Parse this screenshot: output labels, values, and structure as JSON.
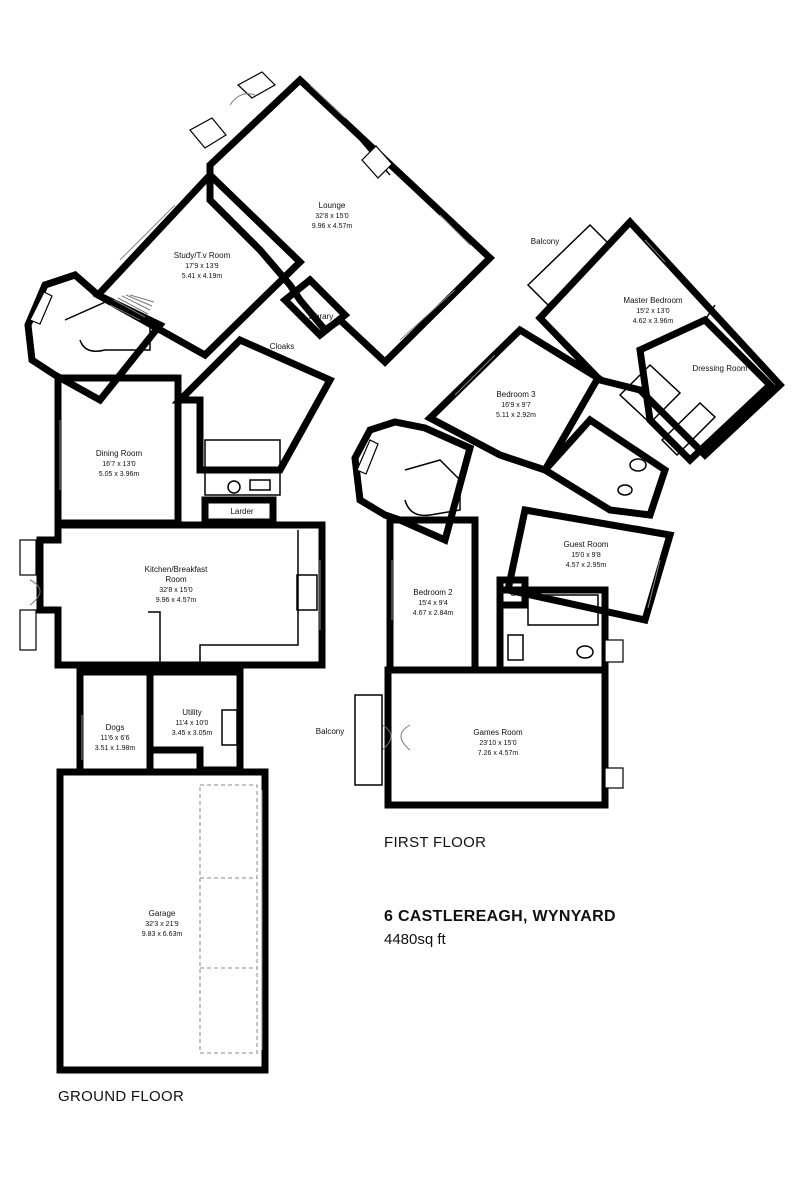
{
  "property": {
    "title": "6 CASTLEREAGH, WYNYARD",
    "area": "4480sq ft"
  },
  "floors": {
    "ground": "GROUND FLOOR",
    "first": "FIRST FLOOR"
  },
  "rooms": {
    "lounge": {
      "name": "Lounge",
      "imperial": "32'8 x 15'0",
      "metric": "9.96 x 4.57m"
    },
    "study": {
      "name": "Study/T.v Room",
      "imperial": "17'9 x 13'9",
      "metric": "5.41 x 4.19m"
    },
    "library": {
      "name": "Library"
    },
    "cloaks": {
      "name": "Cloaks"
    },
    "dining": {
      "name": "Dining Room",
      "imperial": "16'7 x 13'0",
      "metric": "5.05 x 3.96m"
    },
    "larder": {
      "name": "Larder"
    },
    "kitchen": {
      "name": "Kitchen/Breakfast",
      "name2": "Room",
      "imperial": "32'8 x 15'0",
      "metric": "9.96 x 4.57m"
    },
    "utility": {
      "name": "Utility",
      "imperial": "11'4 x 10'0",
      "metric": "3.45 x 3.05m"
    },
    "dogs": {
      "name": "Dogs",
      "imperial": "11'6 x 6'6",
      "metric": "3.51 x 1.98m"
    },
    "garage": {
      "name": "Garage",
      "imperial": "32'3 x 21'9",
      "metric": "9.83 x 6.63m"
    },
    "master": {
      "name": "Master Bedroom",
      "imperial": "15'2 x 13'0",
      "metric": "4.62 x 3.96m"
    },
    "dressing": {
      "name": "Dressing Room"
    },
    "bedroom3": {
      "name": "Bedroom 3",
      "imperial": "16'9 x 9'7",
      "metric": "5.11 x 2.92m"
    },
    "guest": {
      "name": "Guest Room",
      "imperial": "15'0 x 9'8",
      "metric": "4.57 x 2.95m"
    },
    "bedroom2": {
      "name": "Bedroom 2",
      "imperial": "15'4 x 9'4",
      "metric": "4.67 x 2.84m"
    },
    "cupboard": {
      "name": "C"
    },
    "games": {
      "name": "Games Room",
      "imperial": "23'10 x 15'0",
      "metric": "7.26 x 4.57m"
    },
    "balcony_top": {
      "name": "Balcony"
    },
    "balcony_games": {
      "name": "Balcony"
    }
  }
}
